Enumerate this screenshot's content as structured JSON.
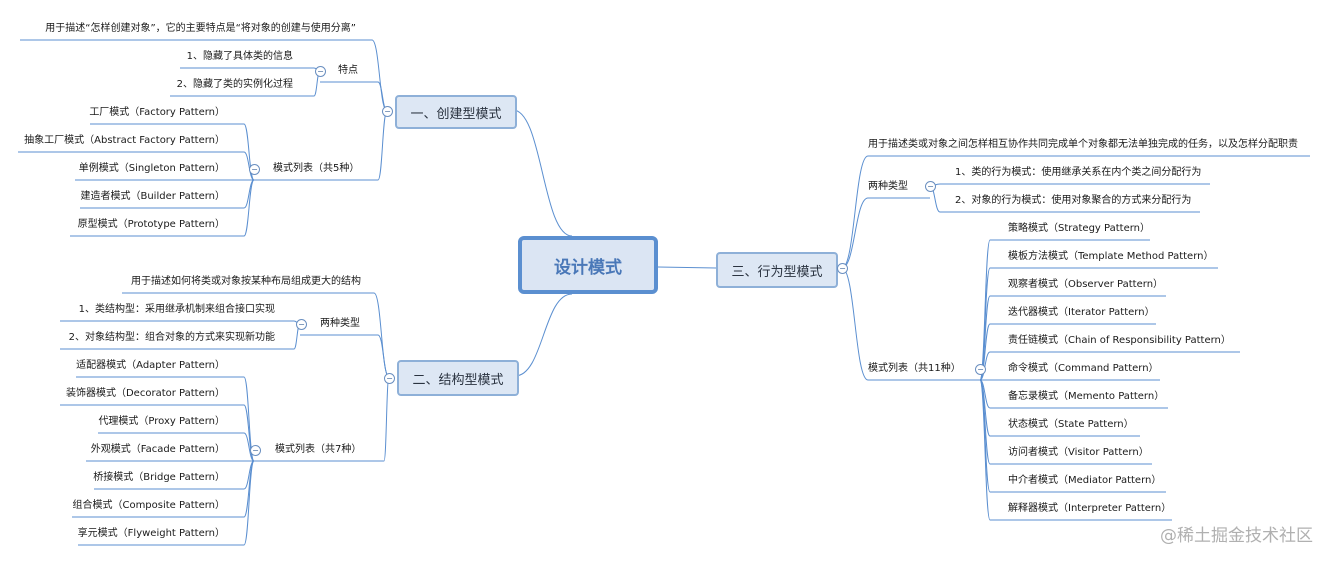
{
  "root": "设计模式",
  "creational": {
    "title": "一、创建型模式",
    "desc": "用于描述“怎样创建对象”，它的主要特点是“将对象的创建与使用分离”",
    "features_label": "特点",
    "features": [
      "1、隐藏了具体类的信息",
      "2、隐藏了类的实例化过程"
    ],
    "list_label": "模式列表（共5种）",
    "patterns": [
      "工厂模式（Factory Pattern）",
      "抽象工厂模式（Abstract Factory Pattern）",
      "单例模式（Singleton Pattern）",
      "建造者模式（Builder Pattern）",
      "原型模式（Prototype Pattern）"
    ]
  },
  "structural": {
    "title": "二、结构型模式",
    "desc": "用于描述如何将类或对象按某种布局组成更大的结构",
    "types_label": "两种类型",
    "types": [
      "1、类结构型：采用继承机制来组合接口实现",
      "2、对象结构型：组合对象的方式来实现新功能"
    ],
    "list_label": "模式列表（共7种）",
    "patterns": [
      "适配器模式（Adapter Pattern）",
      "装饰器模式（Decorator Pattern）",
      "代理模式（Proxy Pattern）",
      "外观模式（Facade Pattern）",
      "桥接模式（Bridge Pattern）",
      "组合模式（Composite Pattern）",
      "享元模式（Flyweight Pattern）"
    ]
  },
  "behavioral": {
    "title": "三、行为型模式",
    "desc": "用于描述类或对象之间怎样相互协作共同完成单个对象都无法单独完成的任务，以及怎样分配职责",
    "types_label": "两种类型",
    "types": [
      "1、类的行为模式：使用继承关系在内个类之间分配行为",
      "2、对象的行为模式：使用对象聚合的方式来分配行为"
    ],
    "list_label": "模式列表（共11种）",
    "patterns": [
      "策略模式（Strategy Pattern）",
      "模板方法模式（Template Method Pattern）",
      "观察者模式（Observer Pattern）",
      "迭代器模式（Iterator Pattern）",
      "责任链模式（Chain of Responsibility Pattern）",
      "命令模式（Command Pattern）",
      "备忘录模式（Memento Pattern）",
      "状态模式（State Pattern）",
      "访问者模式（Visitor Pattern）",
      "中介者模式（Mediator Pattern）",
      "解释器模式（Interpreter Pattern）"
    ]
  },
  "watermark": "@稀土掘金技术社区",
  "colors": {
    "line": "#5b8fd0",
    "node": "#dde7f4",
    "node_border": "#8eb0d8"
  }
}
